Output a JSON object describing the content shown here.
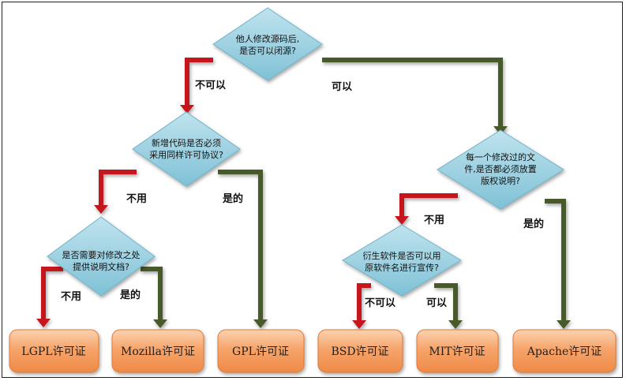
{
  "decisions": {
    "d1": {
      "line1": "他人修改源码后,",
      "line2": "是否可以闭源?"
    },
    "d2": {
      "line1": "新增代码是否必须",
      "line2": "采用同样许可协议?"
    },
    "d3": {
      "line1": "是否需要对修改之处",
      "line2": "提供说明文档?"
    },
    "d4": {
      "line1": "每一个修改过的文",
      "line2": "件,是否都必须放置",
      "line3": "版权说明?"
    },
    "d5": {
      "line1": "衍生软件是否可以用",
      "line2": "原软件名进行宣传?"
    }
  },
  "edges": {
    "d1_no": "不可以",
    "d1_yes": "可以",
    "d2_no": "不用",
    "d2_yes": "是的",
    "d3_no": "不用",
    "d3_yes": "是的",
    "d4_no": "不用",
    "d4_yes": "是的",
    "d5_no": "不可以",
    "d5_yes": "可以"
  },
  "licenses": {
    "lgpl": "LGPL许可证",
    "mozilla": "Mozilla许可证",
    "gpl": "GPL许可证",
    "bsd": "BSD许可证",
    "mit": "MIT许可证",
    "apache": "Apache许可证"
  },
  "colors": {
    "no_arrow": "#c4161c",
    "yes_arrow": "#4a5a2a",
    "decision_fill": "#93cddd",
    "license_fill": "#f6a46a"
  }
}
